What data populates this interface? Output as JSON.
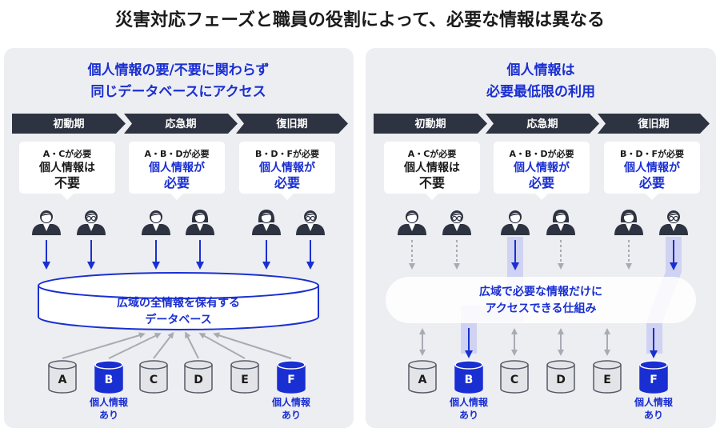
{
  "title": "災害対応フェーズと職員の役割によって、必要な情報は異なる",
  "phases": [
    "初動期",
    "応急期",
    "復旧期"
  ],
  "colors": {
    "panel_bg": "#edeef2",
    "navy_dark": "#2e3341",
    "blue": "#1a2fd1",
    "text": "#1a1a1a",
    "gray_arrow": "#a9abb3",
    "highlight": "#c9cdf2"
  },
  "left": {
    "heading_lines": [
      "個人情報の要/不要に関わらず",
      "同じデータベースにアクセス"
    ],
    "cards": [
      {
        "needed": "A・Cが必要",
        "line1": "個人情報は",
        "line2": "不要",
        "emphasis": false
      },
      {
        "needed": "A・B・Dが必要",
        "line1": "個人情報が",
        "line2": "必要",
        "emphasis": true
      },
      {
        "needed": "B・D・Fが必要",
        "line1": "個人情報が",
        "line2": "必要",
        "emphasis": true
      }
    ],
    "database_lines": [
      "広域の全情報を保有する",
      "データベース"
    ],
    "dbs": [
      {
        "label": "A",
        "personal": false
      },
      {
        "label": "B",
        "personal": true
      },
      {
        "label": "C",
        "personal": false
      },
      {
        "label": "D",
        "personal": false
      },
      {
        "label": "E",
        "personal": false
      },
      {
        "label": "F",
        "personal": true
      }
    ],
    "personal_note_lines": [
      "個人情報",
      "あり"
    ]
  },
  "right": {
    "heading_lines": [
      "個人情報は",
      "必要最低限の利用"
    ],
    "cards": [
      {
        "needed": "A・Cが必要",
        "line1": "個人情報は",
        "line2": "不要",
        "emphasis": false
      },
      {
        "needed": "A・B・Dが必要",
        "line1": "個人情報が",
        "line2": "必要",
        "emphasis": true
      },
      {
        "needed": "B・D・Fが必要",
        "line1": "個人情報が",
        "line2": "必要",
        "emphasis": true
      }
    ],
    "middle_lines": [
      "広域で必要な情報だけに",
      "アクセスできる仕組み"
    ],
    "dbs": [
      {
        "label": "A",
        "personal": false
      },
      {
        "label": "B",
        "personal": true
      },
      {
        "label": "C",
        "personal": false
      },
      {
        "label": "D",
        "personal": false
      },
      {
        "label": "E",
        "personal": false
      },
      {
        "label": "F",
        "personal": true
      }
    ],
    "personal_note_lines": [
      "個人情報",
      "あり"
    ]
  }
}
